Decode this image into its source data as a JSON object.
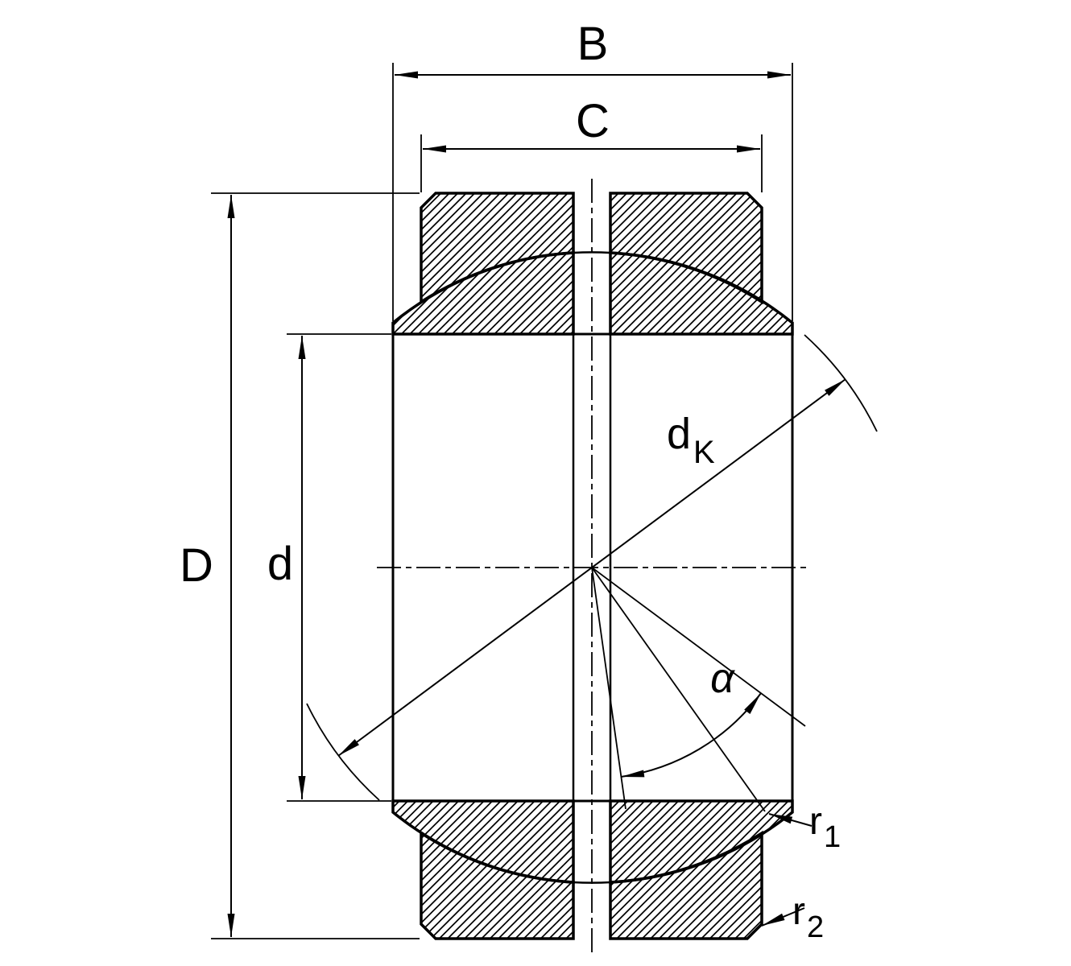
{
  "colors": {
    "line": "#000000",
    "background": "#ffffff"
  },
  "labels": {
    "B": "B",
    "C": "C",
    "D": "D",
    "d": "d",
    "dK": {
      "base": "d",
      "sub": "K"
    },
    "alpha": "α",
    "r1": {
      "base": "r",
      "sub": "1"
    },
    "r2": {
      "base": "r",
      "sub": "2"
    }
  }
}
